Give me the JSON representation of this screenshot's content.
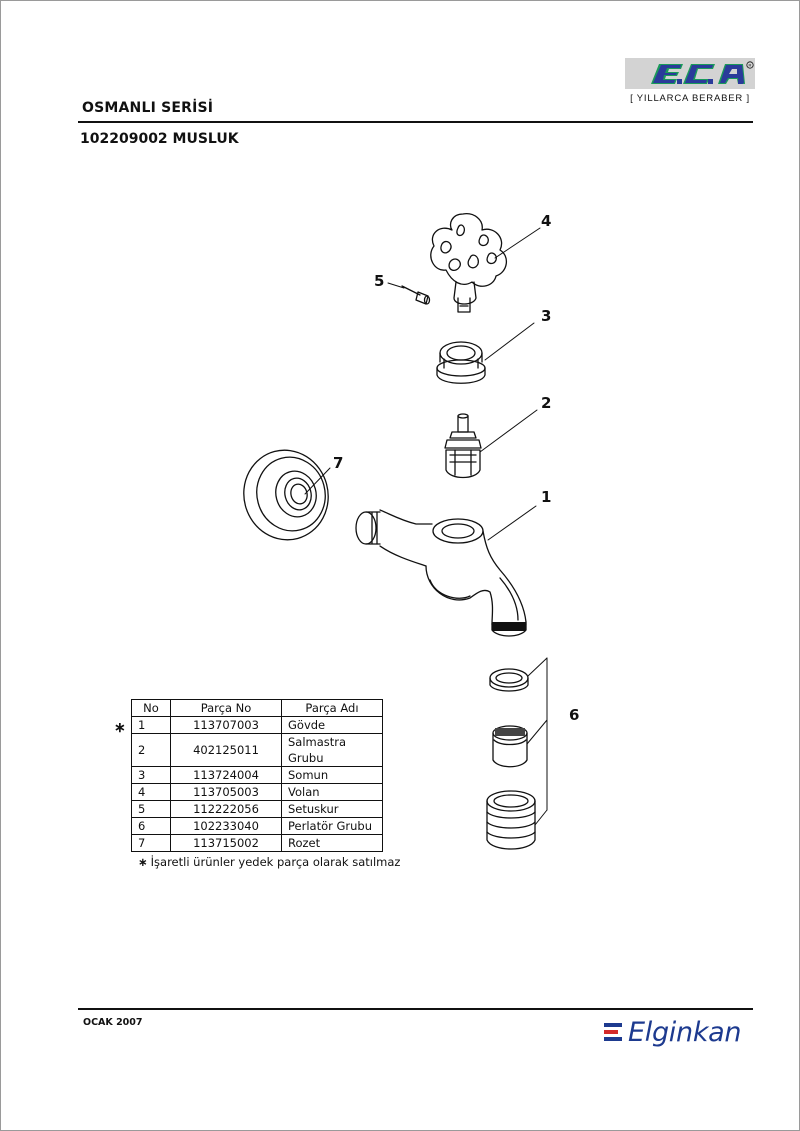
{
  "header": {
    "series_title": "OSMANLI SERİSİ",
    "product_title": "102209002 MUSLUK"
  },
  "logo": {
    "brand": "E.C.A",
    "slogan": "[ YILLARCA BERABER ]"
  },
  "callouts": [
    "4",
    "5",
    "3",
    "2",
    "7",
    "1",
    "6"
  ],
  "table": {
    "headers": [
      "No",
      "Parça No",
      "Parça Adı"
    ],
    "rows": [
      {
        "no": "1",
        "part_no": "113707003",
        "name": "Gövde"
      },
      {
        "no": "2",
        "part_no": "402125011",
        "name": "Salmastra Grubu"
      },
      {
        "no": "3",
        "part_no": "113724004",
        "name": "Somun"
      },
      {
        "no": "4",
        "part_no": "113705003",
        "name": "Volan"
      },
      {
        "no": "5",
        "part_no": "112222056",
        "name": "Setuskur"
      },
      {
        "no": "6",
        "part_no": "102233040",
        "name": "Perlatör Grubu"
      },
      {
        "no": "7",
        "part_no": "113715002",
        "name": "Rozet"
      }
    ],
    "marker": "∗",
    "note": "İşaretli ürünler yedek parça olarak satılmaz"
  },
  "footer": {
    "date": "OCAK 2007",
    "brand": "Elginkan"
  },
  "colors": {
    "ink": "#111111",
    "logo_bg": "#d3d3d3",
    "logo_blue": "#2a3b9a",
    "logo_green": "#1a9a5a",
    "elginkan_blue": "#1d3a8f",
    "elginkan_red": "#d32a2a"
  }
}
